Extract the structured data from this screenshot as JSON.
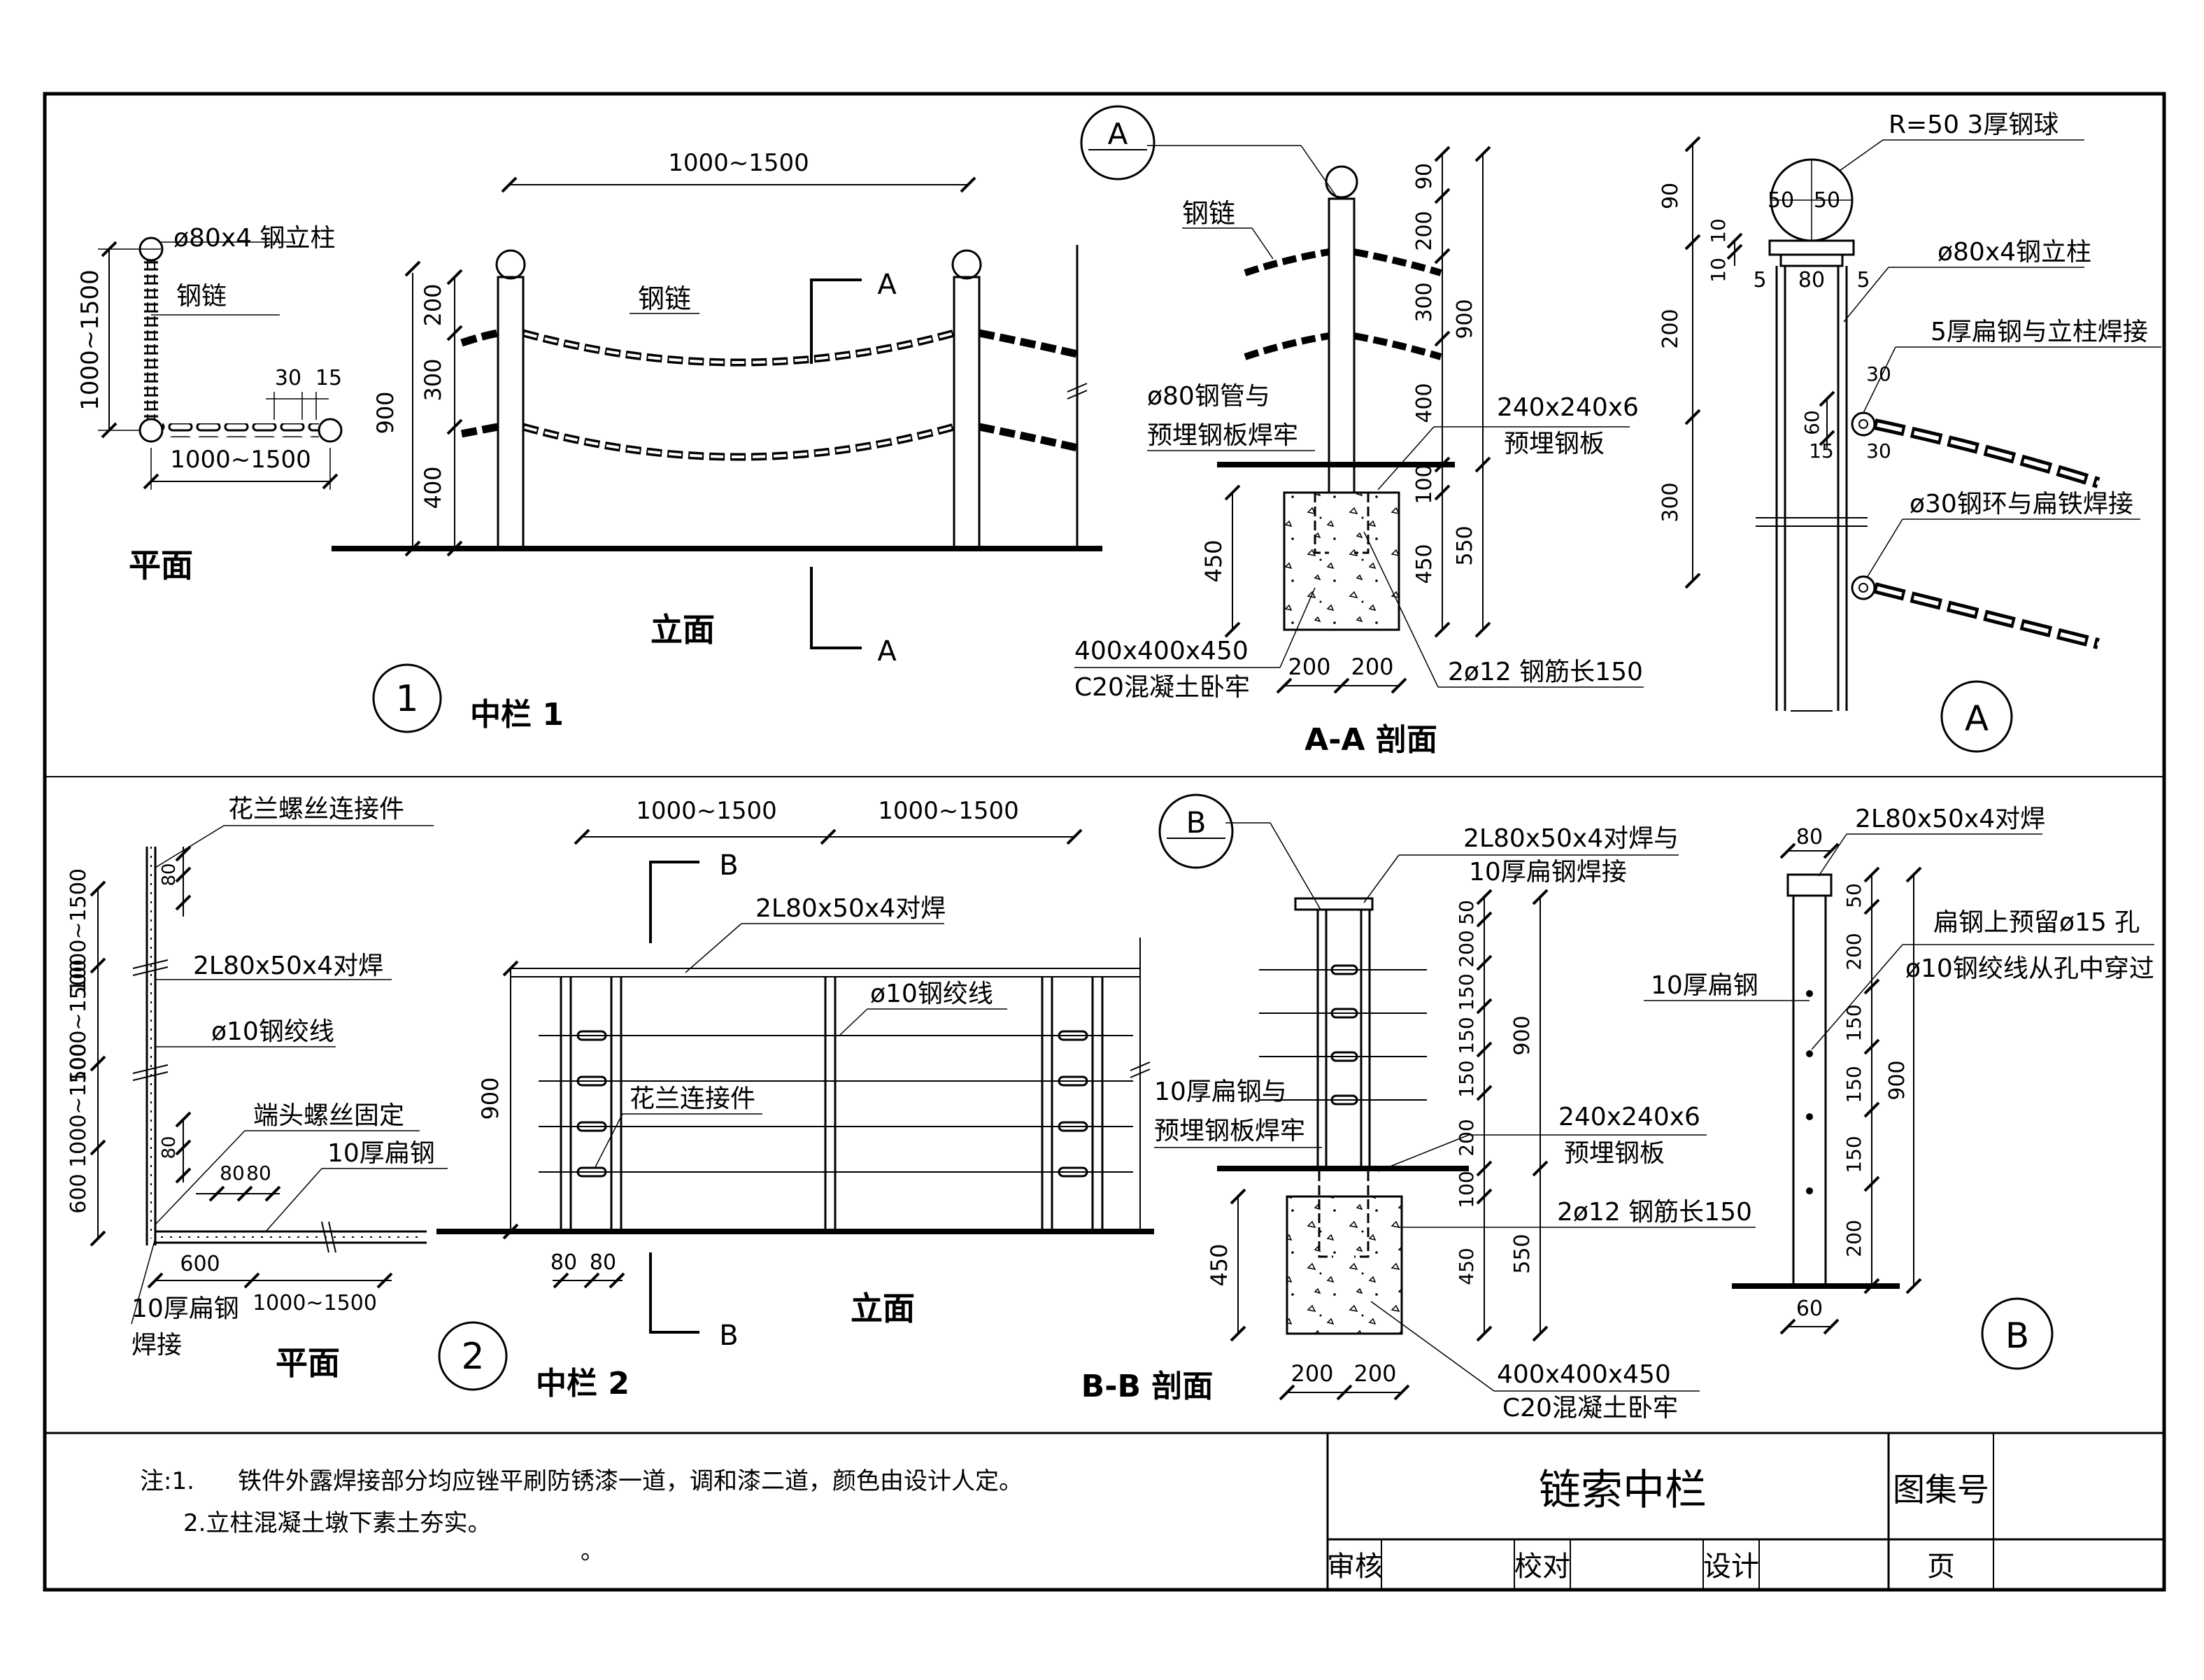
{
  "sheet": {
    "title": "链索中栏",
    "atlas_label": "图集号",
    "review_label": "审核",
    "check_label": "校对",
    "design_label": "设计",
    "page_label": "页"
  },
  "notes": {
    "prefix": "注:1.",
    "line1": "铁件外露焊接部分均应锉平刷防锈漆一道，调和漆二道，颜色由设计人定。",
    "line2": "2.立柱混凝土墩下素土夯实。",
    "line3": "。"
  },
  "top": {
    "plan": {
      "title": "平面",
      "post_label": "ø80x4 钢立柱",
      "chain_label": "钢链",
      "span_v": "1000~1500",
      "span_h": "1000~1500",
      "d30": "30",
      "d15": "15"
    },
    "elev": {
      "title": "立面",
      "span": "1000~1500",
      "chain_label": "钢链",
      "d200": "200",
      "d300": "300",
      "d400": "400",
      "d900": "900",
      "sec_a": "A"
    },
    "badge": {
      "num": "1",
      "label": "中栏 1"
    },
    "aa": {
      "title": "A-A 剖面",
      "mark": "A",
      "chain_label": "钢链",
      "pipe_l1": "ø80钢管与",
      "pipe_l2": "预埋钢板焊牢",
      "plate_l1": "240x240x6",
      "plate_l2": "预埋钢板",
      "found_l1": "400x400x450",
      "found_l2": "C20混凝土卧牢",
      "rebar": "2ø12 钢筋长150",
      "d90": "90",
      "d200": "200",
      "d300": "300",
      "d400": "400",
      "d900": "900",
      "d100": "100",
      "d450": "450",
      "d550": "550",
      "d200b": "200"
    },
    "detail_a": {
      "mark": "A",
      "ball": "R=50  3厚钢球",
      "post": "ø80x4钢立柱",
      "flat": "5厚扁钢与立柱焊接",
      "ring": "ø30钢环与扁铁焊接",
      "d50": "50",
      "d80": "80",
      "d5": "5",
      "d10": "10",
      "d90": "90",
      "d200": "200",
      "d300": "300",
      "d60": "60",
      "d15": "15",
      "d30": "30"
    }
  },
  "bottom": {
    "plan": {
      "title": "平面",
      "turnbuckle": "花兰螺丝连接件",
      "angle": "2L80x50x4对焊",
      "cable": "ø10钢绞线",
      "end_fix": "端头螺丝固定",
      "flat": "10厚扁钢",
      "flat_weld_l1": "10厚扁钢",
      "flat_weld_l2": "焊接",
      "span": "1000~1500",
      "d600": "600",
      "d80": "80"
    },
    "elev": {
      "title": "立面",
      "span": "1000~1500",
      "angle": "2L80x50x4对焊",
      "cable": "ø10钢绞线",
      "turnbuckle": "花兰连接件",
      "d900": "900",
      "d80": "80",
      "sec_b": "B"
    },
    "badge": {
      "num": "2",
      "label": "中栏 2"
    },
    "bb": {
      "title": "B-B 剖面",
      "mark": "B",
      "angle_l1": "2L80x50x4对焊与",
      "angle_l2": "10厚扁钢焊接",
      "flat_l1": "10厚扁钢与",
      "flat_l2": "预埋钢板焊牢",
      "plate_l1": "240x240x6",
      "plate_l2": "预埋钢板",
      "rebar": "2ø12 钢筋长150",
      "found_l1": "400x400x450",
      "found_l2": "C20混凝土卧牢",
      "d50": "50",
      "d200": "200",
      "d150": "150",
      "d900": "900",
      "d100": "100",
      "d450": "450",
      "d550": "550"
    },
    "detail_b": {
      "mark": "B",
      "angle": "2L80x50x4对焊",
      "hole": "扁钢上预留ø15  孔",
      "cable": "ø10钢绞线从孔中穿过",
      "flat": "10厚扁钢",
      "d80": "80",
      "d60": "60",
      "d50": "50",
      "d200": "200",
      "d150": "150",
      "d900": "900"
    }
  }
}
